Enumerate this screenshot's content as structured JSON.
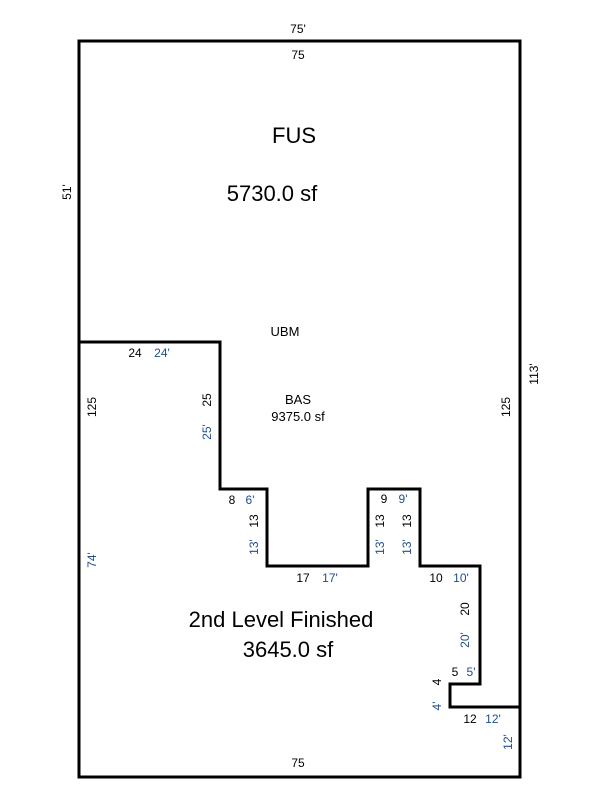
{
  "colors": {
    "line": "#000000",
    "blue_label": "#1f4e8c"
  },
  "areas": {
    "fus": {
      "name": "FUS",
      "area": "5730.0 sf"
    },
    "ubm": {
      "name": "UBM"
    },
    "bas": {
      "name": "BAS",
      "area": "9375.0 sf"
    },
    "second": {
      "name": "2nd Level Finished",
      "area": "3645.0 sf"
    }
  },
  "outer_dims": {
    "top_blue": "75'",
    "top_black": "75",
    "bottom_black": "75",
    "left_upper_blue": "51'",
    "left_black": "125",
    "left_lower_blue": "74'",
    "right_blue": "113'",
    "right_black": "125",
    "right_lower_blue": "12'"
  },
  "segment_dims_black": [
    "24",
    "25",
    "8",
    "13",
    "17",
    "13",
    "9",
    "13",
    "10",
    "20",
    "5",
    "4",
    "12"
  ],
  "segment_dims_blue": [
    "24'",
    "25'",
    "6'",
    "13'",
    "17'",
    "13'",
    "9'",
    "13'",
    "10'",
    "20'",
    "5'",
    "4'",
    "12'"
  ]
}
